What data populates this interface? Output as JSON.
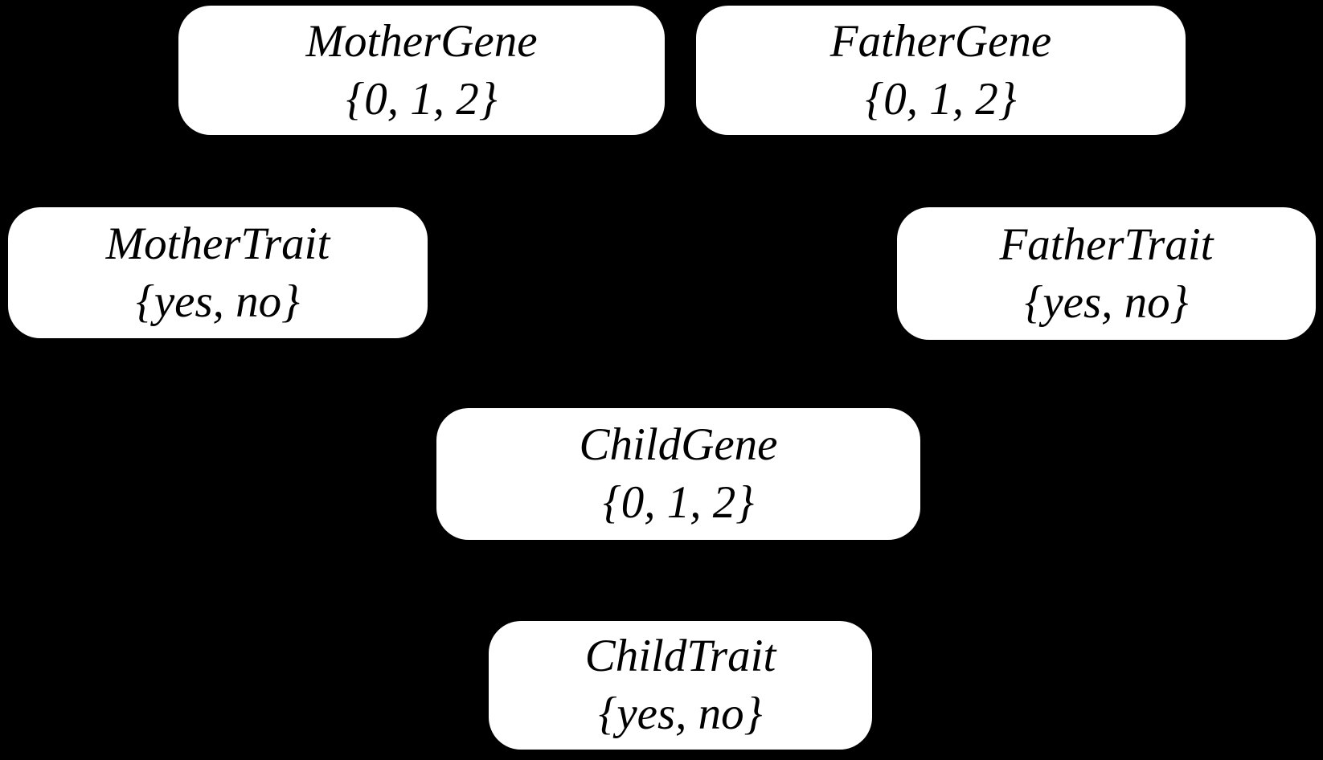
{
  "diagram": {
    "background_color": "#000000",
    "node_fill_color": "#ffffff",
    "node_text_color": "#000000",
    "nodes": [
      {
        "label": "MotherGene",
        "domain": "{0, 1, 2}"
      },
      {
        "label": "FatherGene",
        "domain": "{0, 1, 2}"
      },
      {
        "label": "MotherTrait",
        "domain": "{yes, no}"
      },
      {
        "label": "FatherTrait",
        "domain": "{yes, no}"
      },
      {
        "label": "ChildGene",
        "domain": "{0, 1, 2}"
      },
      {
        "label": "ChildTrait",
        "domain": "{yes, no}"
      }
    ]
  }
}
